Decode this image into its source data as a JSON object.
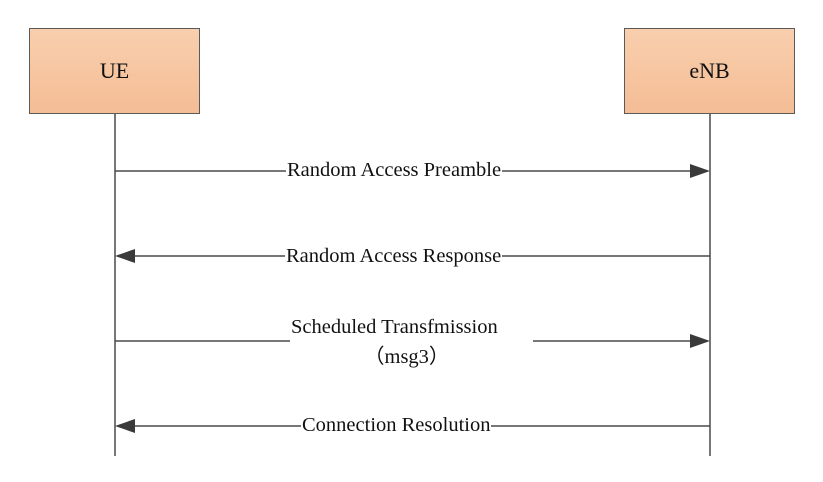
{
  "colors": {
    "entity_fill": "#f8c9a4",
    "line": "#4a4a4a",
    "text": "#111111"
  },
  "entities": {
    "ue": {
      "label": "UE"
    },
    "enb": {
      "label": "eNB"
    }
  },
  "messages": [
    {
      "label": "Random Access Preamble",
      "direction": "UE-to-eNB"
    },
    {
      "label": "Random Access Response",
      "direction": "eNB-to-UE"
    },
    {
      "label": "Scheduled Transfmission",
      "sublabel": "（msg3）",
      "direction": "UE-to-eNB"
    },
    {
      "label": "Connection Resolution",
      "direction": "eNB-to-UE"
    }
  ]
}
